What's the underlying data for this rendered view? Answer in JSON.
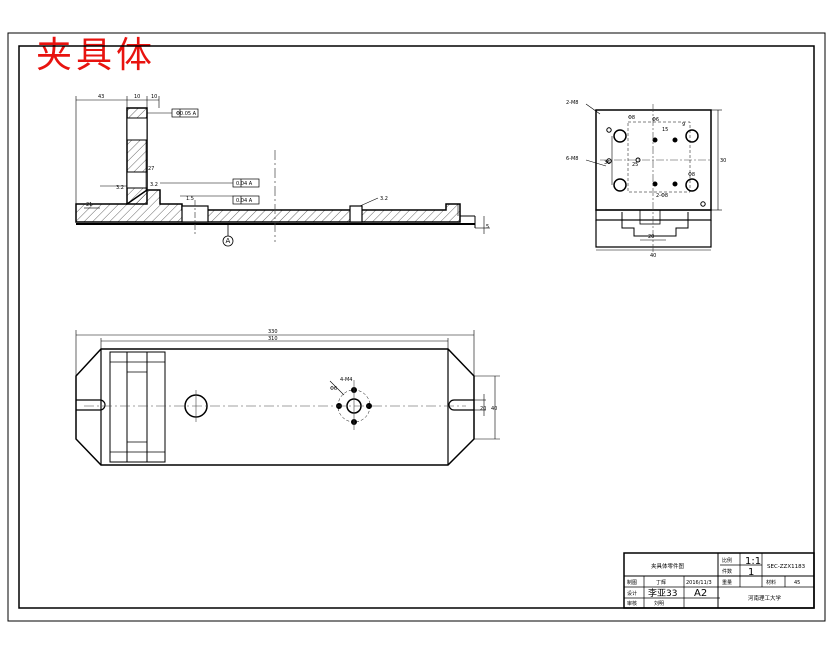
{
  "title": "夹具体",
  "colors": {
    "title": "#e8130f",
    "line": "#000000",
    "center": "#444444"
  },
  "side_view": {
    "dims": [
      "43",
      "10",
      "10",
      "3.2",
      "27",
      "Φ0.05 A",
      "0.04 A",
      "3.2",
      "1.5",
      "0.04 A",
      "3.2",
      "21",
      "5"
    ],
    "datum": "A"
  },
  "top_view": {
    "dims": [
      "2-M8",
      "6-M8",
      "Φ8",
      "Φ6",
      "15",
      "9",
      "25",
      "30",
      "36",
      "2-Φ8",
      "Φ8",
      "40",
      "20"
    ]
  },
  "plan_view": {
    "dims": [
      "330",
      "310",
      "4-M4",
      "Φ6",
      "40",
      "20"
    ]
  },
  "title_block": {
    "name": "夹具体零件图",
    "scale_label": "比例",
    "scale_value": "1:1",
    "qty_label": "件数",
    "qty_value": "1",
    "drawing_no": "SEC-ZZX1183",
    "drawn_label": "制图",
    "drawn_by": "丁辉",
    "date": "2016/11/3",
    "weight_label": "重量",
    "material_label": "材料",
    "material_value": "45",
    "design_label": "设计",
    "design_value": "李亚33",
    "sheet_size": "A2",
    "check_label": "审核",
    "check_value": "刘明",
    "school": "河南理工大学"
  }
}
